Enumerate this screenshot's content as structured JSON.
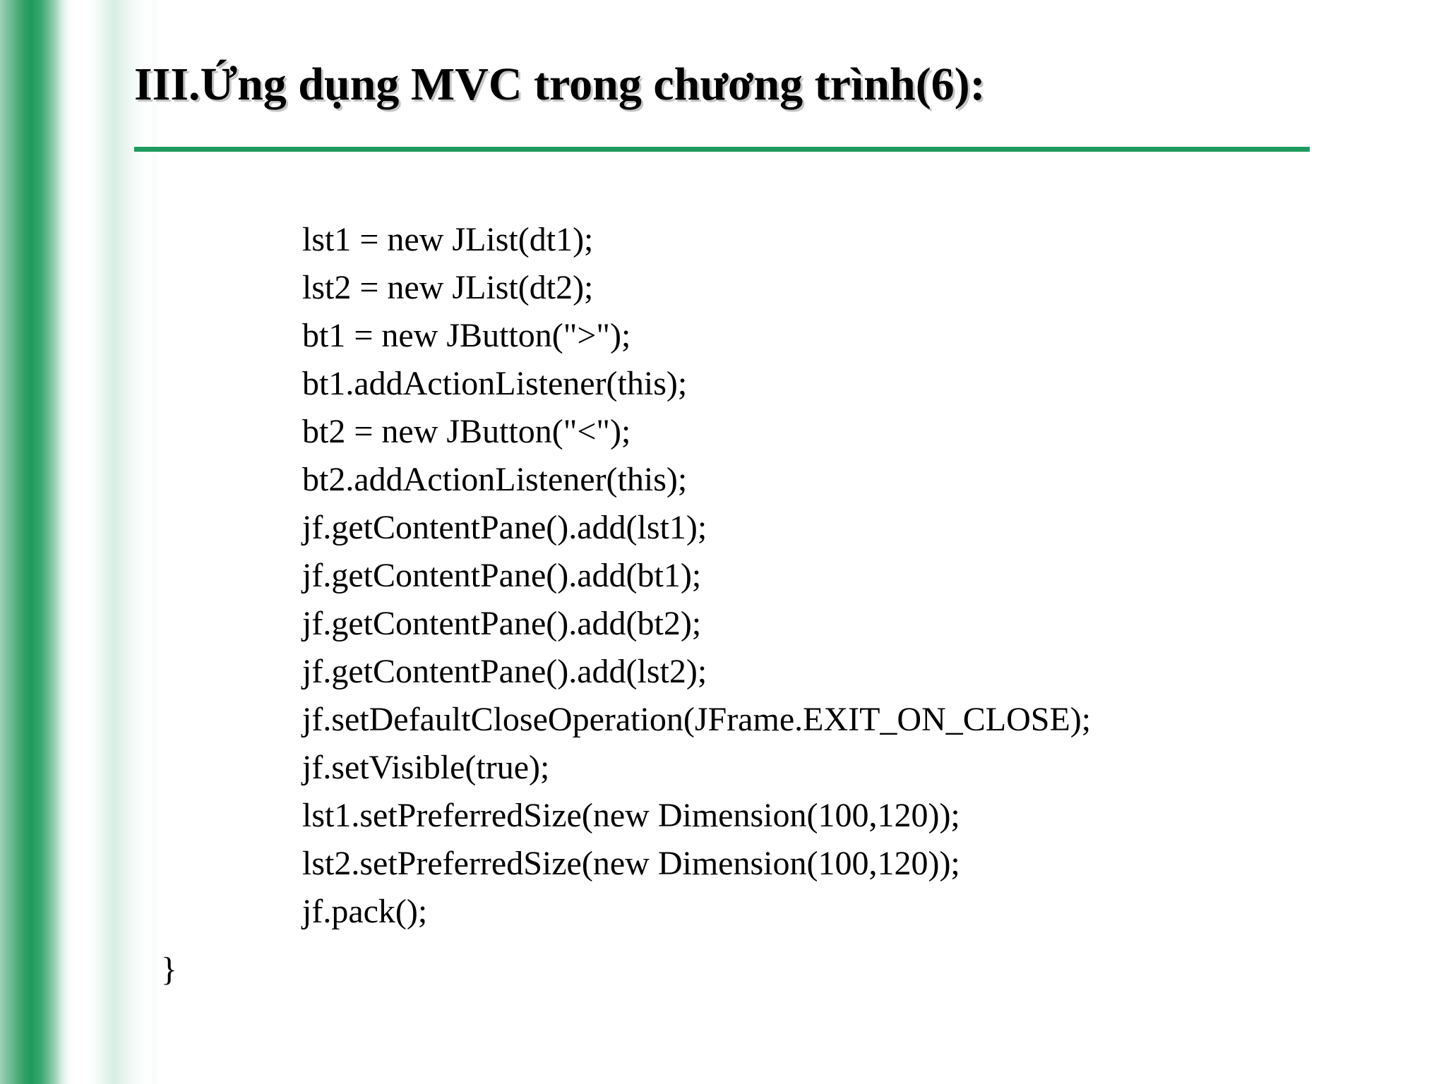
{
  "slide": {
    "title": "III.Ứng dụng MVC trong chương trình(6):",
    "accent_color": "#1e9b5e",
    "background_color": "#ffffff",
    "text_color": "#000000",
    "code_lines": [
      "lst1 = new JList(dt1);",
      "lst2 = new JList(dt2);",
      "bt1 = new JButton(\">\");",
      "bt1.addActionListener(this);",
      "bt2 = new JButton(\"<\");",
      "bt2.addActionListener(this);",
      "jf.getContentPane().add(lst1);",
      "jf.getContentPane().add(bt1);",
      "jf.getContentPane().add(bt2);",
      "jf.getContentPane().add(lst2);",
      "jf.setDefaultCloseOperation(JFrame.EXIT_ON_CLOSE);",
      "jf.setVisible(true);",
      "lst1.setPreferredSize(new Dimension(100,120));",
      "lst2.setPreferredSize(new Dimension(100,120));",
      "jf.pack();"
    ],
    "closing_brace": "}"
  }
}
